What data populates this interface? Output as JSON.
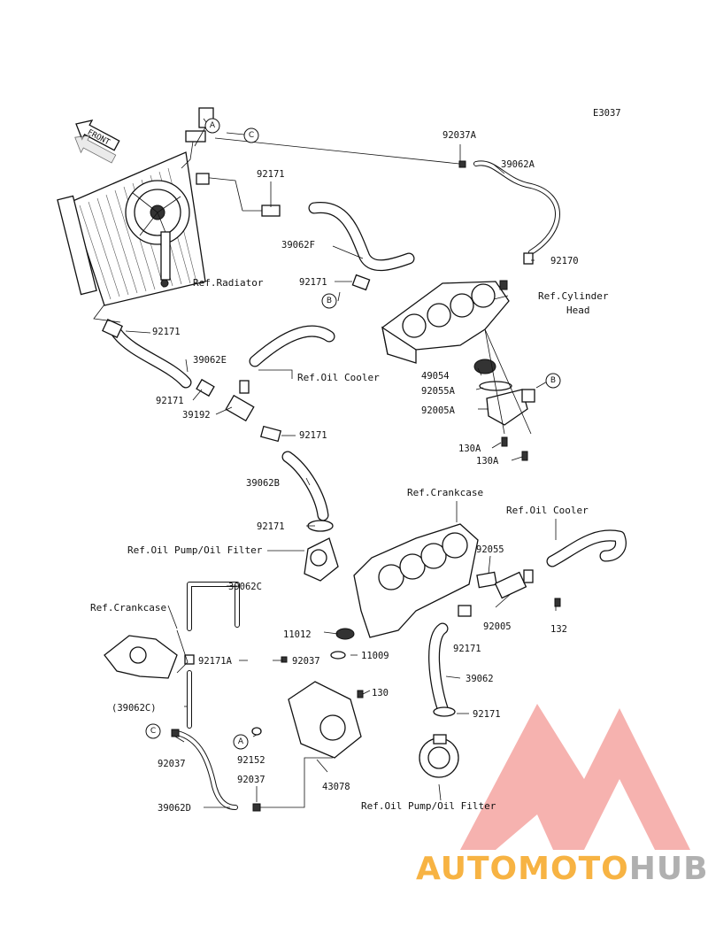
{
  "diagram_code": "E3037",
  "front_badge": "FRONT",
  "parts": {
    "p92037A": "92037A",
    "p39062A": "39062A",
    "p92171_1": "92171",
    "p39062F": "39062F",
    "p92171_2": "92171",
    "p92170": "92170",
    "p92171_3": "92171",
    "p39062E": "39062E",
    "p92171_4": "92171",
    "p39192": "39192",
    "p92171_5": "92171",
    "p49054": "49054",
    "p92055A": "92055A",
    "p92005A": "92005A",
    "p130A_1": "130A",
    "p130A_2": "130A",
    "p39062B": "39062B",
    "p92171_6": "92171",
    "p92055": "92055",
    "p92005": "92005",
    "p132": "132",
    "p39062C": "39062C",
    "p92171A": "92171A",
    "p92037_1": "92037",
    "p11009": "11009",
    "p11012": "11012",
    "p92171_7": "92171",
    "p39062": "39062",
    "p130": "130",
    "p39062C_paren": "(39062C)",
    "p92171_8": "92171",
    "p92152": "92152",
    "p92037_2": "92037",
    "p92037_3": "92037",
    "p43078": "43078",
    "p39062D": "39062D"
  },
  "refs": {
    "radiator": "Ref.Radiator",
    "cylinder_head_1": "Ref.Cylinder",
    "cylinder_head_2": "Head",
    "oil_cooler_1": "Ref.Oil Cooler",
    "crankcase_1": "Ref.Crankcase",
    "oil_cooler_2": "Ref.Oil Cooler",
    "oil_pump_1": "Ref.Oil Pump/Oil Filter",
    "crankcase_2": "Ref.Crankcase",
    "oil_pump_2": "Ref.Oil Pump/Oil Filter"
  },
  "callouts": {
    "a_top": "A",
    "c_top": "C",
    "b_mid": "B",
    "b_right": "B",
    "a_bottom": "A",
    "c_bottom": "C"
  },
  "watermark": {
    "part1": "AUTOMOTO",
    "part2": "HUB",
    "color_red": "#f0605a",
    "color_orange": "#f6a623",
    "color_gray": "#a3a3a3"
  }
}
